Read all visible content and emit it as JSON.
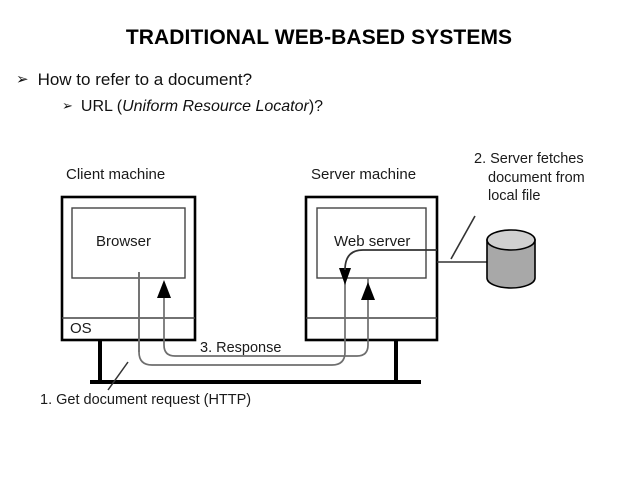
{
  "slide": {
    "title": "TRADITIONAL WEB-BASED SYSTEMS",
    "bullets": [
      {
        "level": 1,
        "glyph": "➢",
        "icon": "arrow-bullet-icon",
        "text": "How to refer to a document?"
      },
      {
        "level": 2,
        "glyph": "➢",
        "icon": "arrow-bullet-icon",
        "text_before": "URL (",
        "text_italic": "Uniform Resource Locator",
        "text_after": ")?"
      }
    ]
  },
  "diagram": {
    "type": "sequence-architecture",
    "client": {
      "caption": "Client machine",
      "inner_box": "Browser",
      "os_strip": "OS"
    },
    "server": {
      "caption": "Server machine",
      "inner_box": "Web server",
      "os_strip": ""
    },
    "storage": {
      "name": "local-file-cylinder",
      "fill": "#a8a8a8"
    },
    "annotations": [
      {
        "id": "step-1",
        "lines": [
          "1. Get document request (HTTP)"
        ]
      },
      {
        "id": "step-2",
        "lines": [
          "2. Server fetches",
          "document from",
          "local file"
        ]
      },
      {
        "id": "step-3",
        "lines": [
          "3. Response"
        ]
      }
    ],
    "colors": {
      "stroke_heavy": "#000000",
      "stroke_light": "#333333",
      "flow_line": "#6e6e6e",
      "cylinder_fill": "#a8a8a8",
      "background": "#ffffff"
    }
  }
}
